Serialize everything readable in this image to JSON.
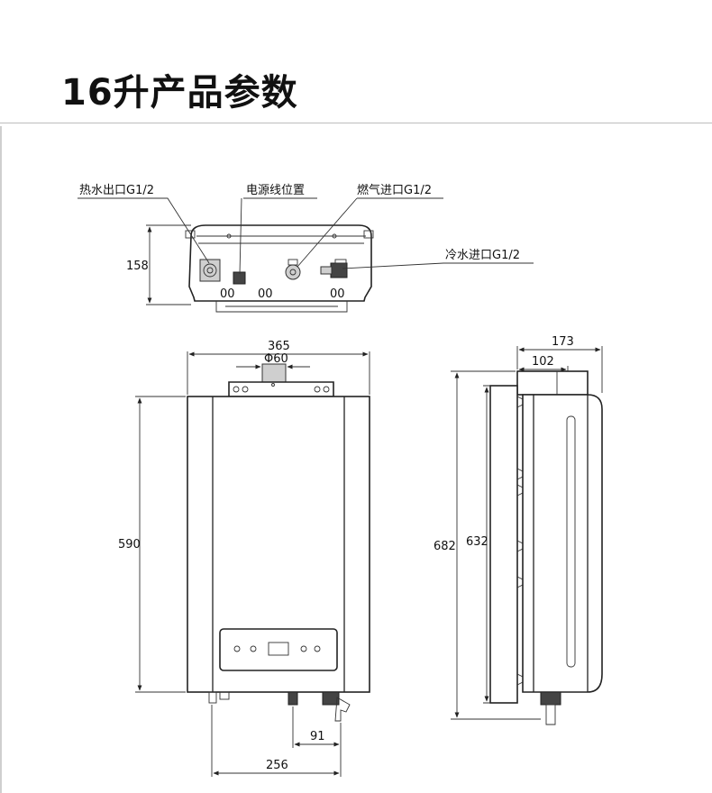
{
  "title": "16升产品参数",
  "labels": {
    "hot_water_outlet": "热水出口G1/2",
    "power_cord": "电源线位置",
    "gas_inlet": "燃气进口G1/2",
    "cold_water_inlet": "冷水进口G1/2"
  },
  "dimensions": {
    "top_depth": "158",
    "width": "365",
    "flue_diameter": "Φ60",
    "front_height": "590",
    "pipe_spacing_91": "91",
    "pipe_spacing_256": "256",
    "side_depth": "173",
    "side_flue_depth": "102",
    "side_body_height": "632",
    "side_total_height": "682"
  }
}
